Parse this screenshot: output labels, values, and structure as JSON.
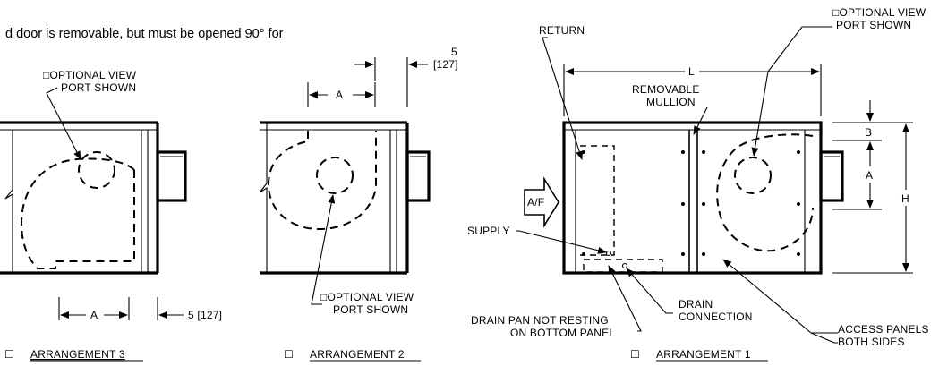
{
  "intro_text": "d door is removable, but must be opened 90° for",
  "arrangement3": {
    "optional_view_line1": "□OPTIONAL VIEW",
    "optional_view_line2": "PORT SHOWN",
    "dim_a": "A",
    "dim_5": "5 [127]",
    "caption_box": "☐",
    "caption": "ARRANGEMENT 3"
  },
  "arrangement2": {
    "dim_a": "A",
    "dim_5_top": "5",
    "dim_5_bottom": "[127]",
    "optional_view_line1": "□OPTIONAL VIEW",
    "optional_view_line2": "PORT SHOWN",
    "caption_box": "☐",
    "caption": "ARRANGEMENT 2"
  },
  "arrangement1": {
    "return": "RETURN",
    "optional_view_line1": "□OPTIONAL VIEW",
    "optional_view_line2": "PORT SHOWN",
    "dim_l": "L",
    "removable_line1": "REMOVABLE",
    "removable_line2": "MULLION",
    "dim_b": "B",
    "dim_a": "A",
    "dim_h": "H",
    "airflow": "A/F",
    "supply": "SUPPLY",
    "drain_pan_line1": "DRAIN PAN NOT RESTING",
    "drain_pan_line2": "ON BOTTOM PANEL",
    "drain_conn_line1": "DRAIN",
    "drain_conn_line2": "CONNECTION",
    "access_line1": "ACCESS PANELS",
    "access_line2": "BOTH SIDES",
    "caption_box": "☐",
    "caption": "ARRANGEMENT 1"
  }
}
